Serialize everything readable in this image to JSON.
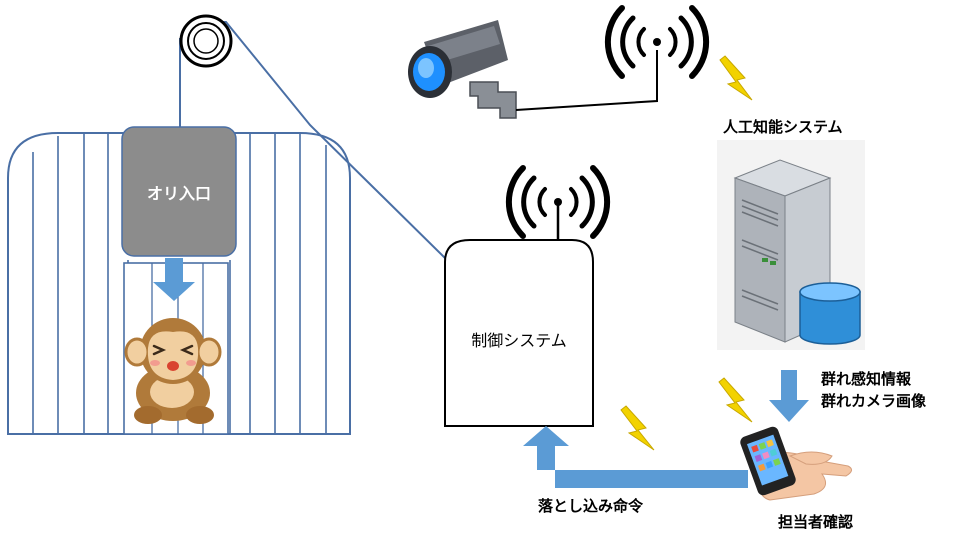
{
  "labels": {
    "cage_entrance": "オリ入口",
    "control_system": "制御システム",
    "ai_system": "人工知能システム",
    "detection_info": "群れ感知情報",
    "camera_image": "群れカメラ画像",
    "drop_command": "落とし込み命令",
    "operator_confirm": "担当者確認"
  },
  "colors": {
    "cage_stroke": "#4a6fa5",
    "gate_fill": "#8c8c8c",
    "arrow_fill": "#5b9bd5",
    "bolt_fill": "#f2d200",
    "camera_lens": "#1e90ff",
    "server_body": "#b9bec4",
    "database": "#2f8fd8"
  },
  "icons": [
    "pulley-icon",
    "security-camera-icon",
    "wireless-signal-icon",
    "lightning-bolt-icon",
    "server-icon",
    "database-icon",
    "monkey-icon",
    "smartphone-hand-icon"
  ]
}
